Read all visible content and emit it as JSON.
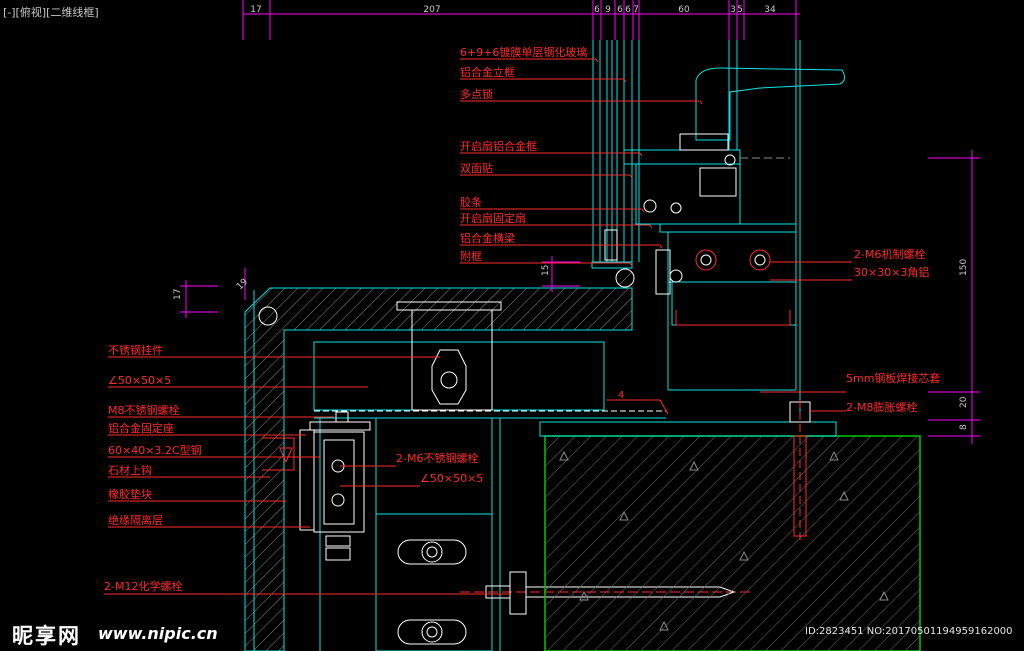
{
  "viewport_label": "[-][俯视][二维线框]",
  "top_dimensions": [
    "17",
    "207",
    "6",
    "9",
    "6",
    "6",
    "7",
    "60",
    "3",
    "5",
    "34"
  ],
  "side_dimensions": {
    "right_total": "150",
    "right_upper": "20",
    "right_lower": "8",
    "mid_15": "15",
    "left_17": "17",
    "left_angled": "19"
  },
  "callouts_right_upper": [
    "6+9+6镀膜单层钢化玻璃",
    "铝合金立框",
    "多点锁",
    "开启扇铝合金框",
    "双面贴",
    "胶条",
    "开启扇固定扇",
    "铝合金横梁",
    "附框"
  ],
  "callouts_right_side": [
    "2-M6机制螺栓",
    "30×30×3角铝",
    "5mm钢板焊接芯套",
    "2-M8膨胀螺栓"
  ],
  "callouts_left": [
    "不锈钢挂件",
    "∠50×50×5",
    "M8不锈钢螺栓",
    "铝合金固定座",
    "60×40×3.2C型钢",
    "石材上钩",
    "橡胶垫块",
    "绝缘隔离层"
  ],
  "callouts_center": [
    "2-M6不锈钢螺栓",
    "∠50×50×5"
  ],
  "callout_bolt": "2-M12化学螺栓",
  "weld_mark": "4",
  "watermark": {
    "logo": "昵享网",
    "url": "www.nipic.cn",
    "id_text": "ID:2823451 NO:20170501194959162000"
  },
  "colors": {
    "background": "#000000",
    "callout_text": "#ff2a2a",
    "geometry_cyan": "#00e5e5",
    "dimension_magenta": "#ff00ff",
    "concrete_green": "#00c800",
    "white_detail": "#ffffff"
  }
}
